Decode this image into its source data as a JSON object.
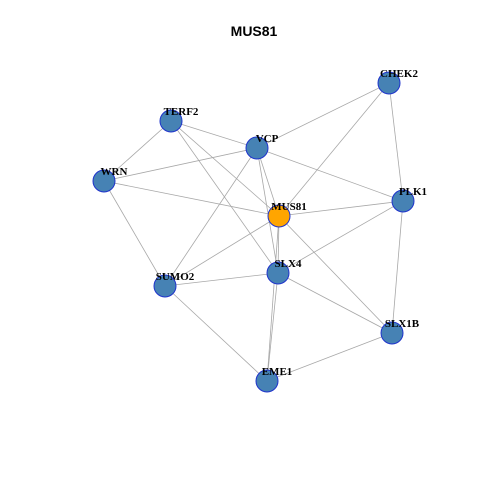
{
  "title": "MUS81",
  "colors": {
    "node_fill": "#4682b4",
    "focus_fill": "#ffa500",
    "node_border": "#1f33cc",
    "edge": "#a8a8a8"
  },
  "nodes": [
    {
      "id": "MUS81",
      "label": "MUS81",
      "focus": true
    },
    {
      "id": "CHEK2",
      "label": "CHEK2"
    },
    {
      "id": "TERF2",
      "label": "TERF2"
    },
    {
      "id": "VCP",
      "label": "VCP"
    },
    {
      "id": "WRN",
      "label": "WRN"
    },
    {
      "id": "PLK1",
      "label": "PLK1"
    },
    {
      "id": "SLX4",
      "label": "SLX4"
    },
    {
      "id": "SUMO2",
      "label": "SUMO2"
    },
    {
      "id": "SLX1B",
      "label": "SLX1B"
    },
    {
      "id": "EME1",
      "label": "EME1"
    }
  ],
  "edges": [
    [
      "TERF2",
      "VCP"
    ],
    [
      "TERF2",
      "WRN"
    ],
    [
      "TERF2",
      "MUS81"
    ],
    [
      "TERF2",
      "SLX4"
    ],
    [
      "VCP",
      "CHEK2"
    ],
    [
      "VCP",
      "WRN"
    ],
    [
      "VCP",
      "PLK1"
    ],
    [
      "VCP",
      "MUS81"
    ],
    [
      "VCP",
      "SLX4"
    ],
    [
      "VCP",
      "SUMO2"
    ],
    [
      "CHEK2",
      "MUS81"
    ],
    [
      "CHEK2",
      "PLK1"
    ],
    [
      "WRN",
      "MUS81"
    ],
    [
      "WRN",
      "SUMO2"
    ],
    [
      "MUS81",
      "PLK1"
    ],
    [
      "MUS81",
      "SLX4"
    ],
    [
      "MUS81",
      "SUMO2"
    ],
    [
      "MUS81",
      "SLX1B"
    ],
    [
      "MUS81",
      "EME1"
    ],
    [
      "PLK1",
      "SLX4"
    ],
    [
      "PLK1",
      "SLX1B"
    ],
    [
      "SLX4",
      "SUMO2"
    ],
    [
      "SLX4",
      "SLX1B"
    ],
    [
      "SLX4",
      "EME1"
    ],
    [
      "SUMO2",
      "EME1"
    ],
    [
      "SLX1B",
      "EME1"
    ]
  ]
}
